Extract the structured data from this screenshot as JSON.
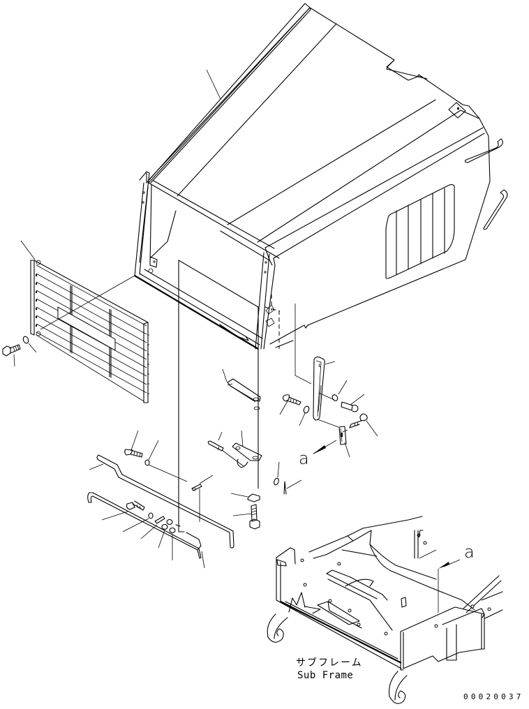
{
  "diagram": {
    "type": "exploded parts diagram",
    "diagram_id": "00020037",
    "subframe_label_jp": "サブフレーム",
    "subframe_label_en": "Sub Frame",
    "reference_marks": [
      {
        "id": "ref-a-upper",
        "text": "a"
      },
      {
        "id": "ref-a-lower",
        "text": "a"
      }
    ],
    "parts": [
      {
        "name": "engine hood / cover"
      },
      {
        "name": "rear grille"
      },
      {
        "name": "bolt (grille)"
      },
      {
        "name": "washer (grille)"
      },
      {
        "name": "stay / link plate"
      },
      {
        "name": "bracket"
      },
      {
        "name": "bolts and washers (bracket)"
      },
      {
        "name": "hinge bracket"
      },
      {
        "name": "pin"
      },
      {
        "name": "hinge plate"
      },
      {
        "name": "washer"
      },
      {
        "name": "cotter pin"
      },
      {
        "name": "nut"
      },
      {
        "name": "bolt"
      },
      {
        "name": "upper rod"
      },
      {
        "name": "lower rod (hook)"
      },
      {
        "name": "clamp"
      },
      {
        "name": "bolts, washers, nuts (rod clamp)"
      },
      {
        "name": "sub frame"
      }
    ]
  }
}
